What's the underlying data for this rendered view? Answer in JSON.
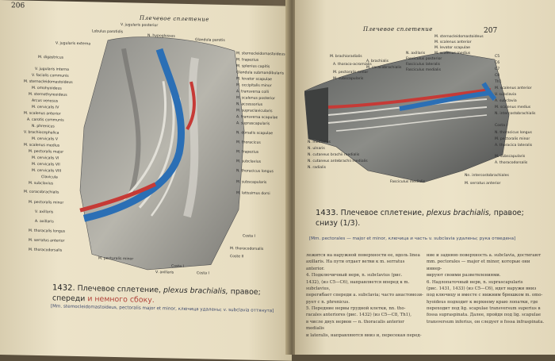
{
  "left_page": {
    "page_number": "206",
    "running_head": "Плечевое сплетение",
    "figure_labels_left": [
      "V. jugularis externa",
      "M. digastricus",
      "V. jugularis interna",
      "V. facialis communis",
      "M. sternocleidomastoideus",
      "M. omohyoideus",
      "M. sternothyreoideus",
      "Arcus venosus",
      "M. cervicalis IV",
      "M. scalenus anterior",
      "A. carotis communis",
      "N. phrenicus",
      "V. brachiocephalica",
      "M. cervicalis V",
      "M. scalenus medius",
      "M. pectoralis major",
      "M. cervicalis VI",
      "M. cervicalis VII",
      "M. cervicalis VIII",
      "Clavicula",
      "M. subclavius",
      "M. coracobrachialis",
      "M. pectoralis minor",
      "V. axillaris",
      "A. axillaris",
      "M. thoracalis longus",
      "M. serratus anterior",
      "M. thoracodorsalis"
    ],
    "figure_labels_top": [
      "V. jugularis posterior",
      "Lobulus parotidis",
      "N. hypoglossus",
      "Glandula parotis"
    ],
    "figure_labels_right": [
      "M. sternocleidomastoideus",
      "M. trapezius",
      "M. splenius capitis",
      "Glandula submandibularis",
      "M. levator scapulae",
      "M. occipitalis minor",
      "A. transversa colli",
      "M. scalenus posterior",
      "N. accessorius",
      "M. supraclavicularis",
      "A. transversa scapulae",
      "A. suprascapularis",
      "N. dorsalis scapulae",
      "M. thoracicus",
      "M. trapezius",
      "M. subclavius",
      "N. thoracicus longus",
      "M. subscapularis",
      "M. latissimus dorsi",
      "Costa I",
      "M. thoracodorsalis",
      "Coste II",
      "Costa I"
    ],
    "figure_labels_bottom": [
      "M. pectoralis minor",
      "V. axillaris",
      "Costa I"
    ],
    "caption_number": "1432.",
    "caption_text_plain": "Плечевое сплетение,",
    "caption_text_italic": "plexus brachialis,",
    "caption_text_plain2": "правое; спереди",
    "caption_text_colored": "и немного сбоку.",
    "note": "[Mm. sternocleidomastoideus, pectoralis major et minor, ключица удалены; v. subclavia оттянута]"
  },
  "right_page": {
    "page_number": "207",
    "running_head": "Плечевое сплетение",
    "figure_labels_top": [
      "M. sternocleidomastoideus",
      "M. scalenus anterior",
      "M. levator scapulae",
      "M. scalenus medius",
      "N. axillaris",
      "Fasciculus posterior",
      "Fasciculus lateralis",
      "Fasciculus medialis",
      "M. brachioradialis",
      "A. thoraco-acromialis",
      "M. pectoralis minor",
      "M. subscapularis",
      "A. brachialis",
      "M. coracobrachialis"
    ],
    "figure_labels_right": [
      "C5",
      "C6",
      "C7",
      "C8",
      "Th1",
      "M. scalenus anterior",
      "V. subclavia",
      "A. subclavia",
      "M. scalenus medius",
      "N. intercostobrachialis",
      "Costa I",
      "N. thoracicus longus",
      "M. pectoralis minor",
      "A. thoracica lateralis",
      "M. subscapularis",
      "A. thoracodorsalis",
      "Nn. intercostobrachiales",
      "M. serratus anterior"
    ],
    "figure_labels_left": [
      "N. medianus",
      "N. ulnaris",
      "N. cutaneus brachii medialis",
      "N. cutaneus antebrachii medialis",
      "N. radialis",
      "Fasciculus medialis"
    ],
    "caption_number": "1433.",
    "caption_text_plain": "Плечевое сплетение,",
    "caption_text_italic": "plexus brachialis,",
    "caption_text_plain2": "правое; снизу",
    "caption_fraction": "(1/3).",
    "note": "[Mm. pectorales — major et minor, ключица и часть v. subclavia удалены; рука отведена]",
    "body_left": [
      "лежится на наружной поверхности ее, вдоль linea",
      "axillaris. На пути отдает ветви к m. serratus anterior.",
      "4. Подключичный нерв, n. subclavius (рис.",
      "1432), (из C5—C6), направляется вперед к m. subclavius,",
      "перегибает спереди a. subclavia; часто анастомози-",
      "рует с n. phrenicus.",
      "5. Передние нервы грудной клетки, nn. tho-",
      "racales anteriores (рис. 1432) (из C5—C8, Th1),",
      "в числе двух нервов — n. thoracalis anterior medialis",
      "и lateralis, направляются вниз и, пересекая перед-"
    ],
    "body_right": [
      "ние и заднюю поверхность a. subclavia, достигают",
      "mm. pectorales — major et minor, которые они иннер-",
      "вируют своими разветвлениями.",
      "6. Надлопаточный нерв, n. suprascapularis",
      "(рис. 1431, 1433) (из C5—C6), идет наружи вниз",
      "под ключицу и вместе с нижним брюшком m. omo-",
      "hyoideus подходит к верхнему краю лопатки, где",
      "переходит под lig. scapulae transversum superius в",
      "fossa supraspinata. Далее, пройдя под lig. scapulae",
      "transversum inferius, он следует в fossa infraspinata."
    ]
  }
}
